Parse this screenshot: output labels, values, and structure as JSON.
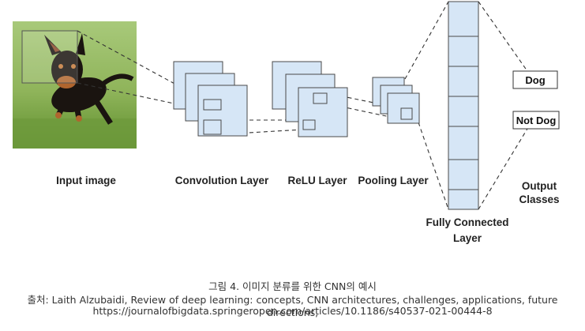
{
  "diagram": {
    "labels": {
      "input": "Input image",
      "conv": "Convolution Layer",
      "relu": "ReLU Layer",
      "pool": "Pooling Layer",
      "fc_line1": "Fully Connected",
      "fc_line2": "Layer",
      "output_line1": "Output",
      "output_line2": "Classes"
    },
    "outputs": [
      "Dog",
      "Not Dog"
    ],
    "colors": {
      "layer_fill": "#d6e6f6",
      "layer_stroke": "#4a4a4a",
      "dash": "#333333",
      "grass": "#6e9a3c",
      "dog": "#1a1410"
    }
  },
  "caption": {
    "title": "그림 4. 이미지 분류를 위한 CNN의 예시",
    "source": "출처: Laith Alzubaidi, Review of deep learning: concepts, CNN architectures, challenges, applications, future directions,",
    "url": "https://journalofbigdata.springeropen.com/articles/10.1186/s40537-021-00444-8"
  }
}
